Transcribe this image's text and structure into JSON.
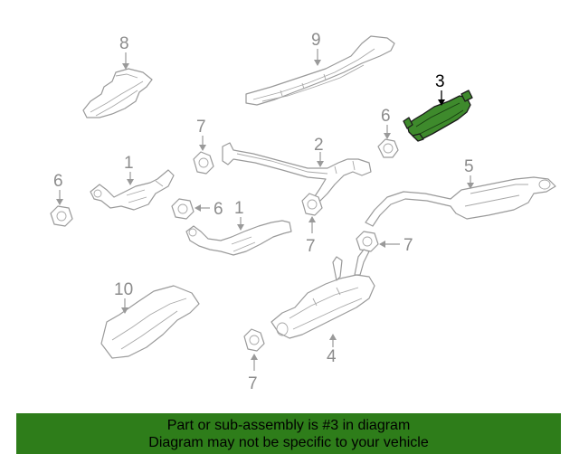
{
  "callouts": {
    "c1a": "1",
    "c1b": "1",
    "c2": "2",
    "c3": "3",
    "c4": "4",
    "c5": "5",
    "c6a": "6",
    "c6b": "6",
    "c6c": "6",
    "c7a": "7",
    "c7b": "7",
    "c7c": "7",
    "c7d": "7",
    "c8": "8",
    "c9": "9",
    "c10": "10"
  },
  "highlight": {
    "part_number": "3",
    "color": "#2e7d1a"
  },
  "footer": {
    "line1": "Part or sub-assembly is #3 in diagram",
    "line2": "Diagram may not be specific to your vehicle"
  }
}
